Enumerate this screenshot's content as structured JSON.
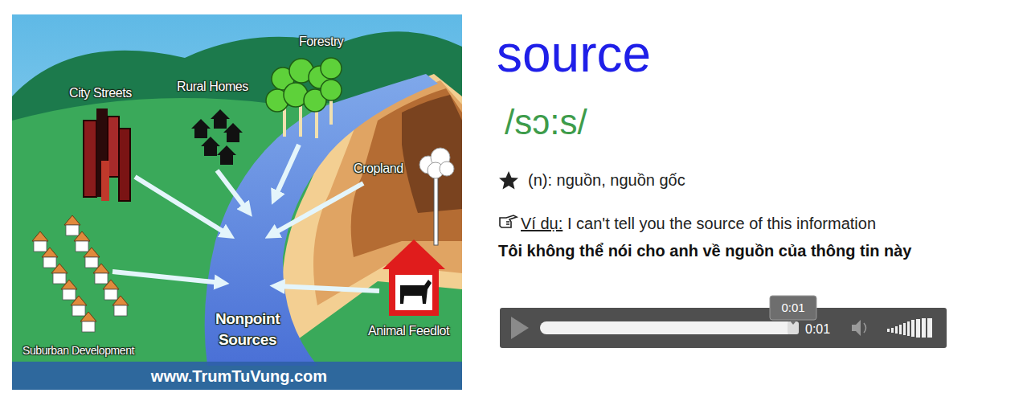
{
  "diagram": {
    "title": "source",
    "labels": [
      "City Streets",
      "Rural Homes",
      "Forestry",
      "Cropland",
      "Animal Feedlot",
      "Suburban Development",
      "Nonpoint Sources",
      "www.TrumTuVung.com",
      "/sɔ:s/",
      "(n): nguồn, nguồn gốc",
      "Ví dụ:",
      "I can't tell you the source of this information",
      "Tôi không thể nói cho anh về nguồn của thông tin này",
      "0:01",
      "0:01"
    ]
  }
}
